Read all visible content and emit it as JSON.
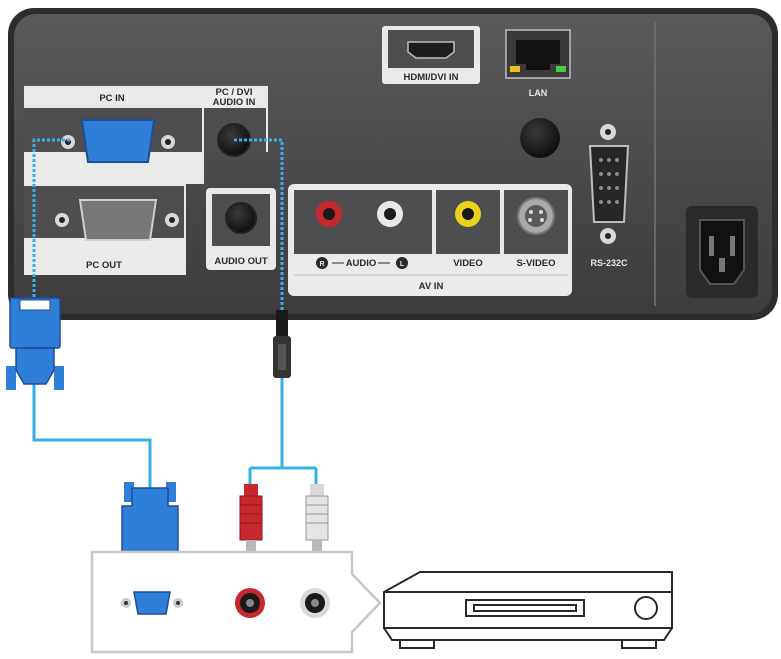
{
  "projector": {
    "ports": {
      "pc_in": "PC IN",
      "pc_dvi_audio_in_line1": "PC / DVI",
      "pc_dvi_audio_in_line2": "AUDIO IN",
      "pc_out": "PC OUT",
      "audio_out": "AUDIO OUT",
      "hdmi_dvi_in": "HDMI/DVI IN",
      "lan": "LAN",
      "audio_lr": "AUDIO",
      "audio_r_badge": "R",
      "audio_l_badge": "L",
      "video": "VIDEO",
      "s_video": "S-VIDEO",
      "av_in": "AV IN",
      "rs232c": "RS-232C"
    }
  },
  "colors": {
    "panel": "#4a4a4c",
    "cable": "#35b0e8",
    "vga_blue": "#2f7fd9",
    "rca_red": "#c8272d",
    "rca_white": "#d9d9d9",
    "rca_yellow": "#e8d21b"
  },
  "icons": [
    "vga-port-icon",
    "rca-jack-icon",
    "power-socket-icon",
    "dvd-player-icon",
    "s-video-jack-icon",
    "ethernet-port-icon",
    "hdmi-port-icon"
  ]
}
